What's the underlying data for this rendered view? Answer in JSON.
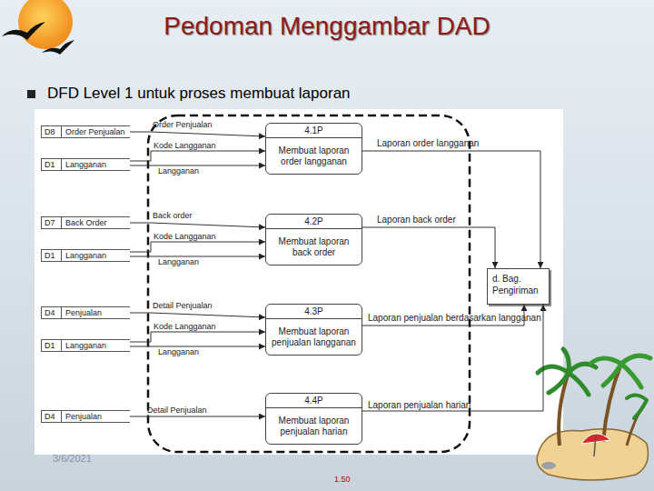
{
  "diagram": {
    "title": "Pedoman Menggambar DAD",
    "nodes": [
      {
        "text": [
          "D8",
          "Order Penjualan"
        ]
      },
      {
        "text": [
          "D1",
          "Langganan"
        ]
      },
      {
        "text": [
          "4.1P",
          "Membuat laporan order langganan"
        ]
      },
      {
        "text": [
          "D7",
          "Back Order"
        ]
      },
      {
        "text": [
          "D1",
          "Langganan"
        ]
      },
      {
        "text": [
          "4.2P",
          "Membuat laporan back order"
        ]
      },
      {
        "text": [
          "d. Bag. Pengiriman"
        ]
      },
      {
        "text": [
          "D4",
          "Penjualan"
        ]
      },
      {
        "text": [
          "D1",
          "Langganan"
        ]
      },
      {
        "text": [
          "4.3P",
          "Membuat laporan penjualan langganan"
        ]
      },
      {
        "text": [
          "D4",
          "Penjualan"
        ]
      },
      {
        "text": [
          "4.4P",
          "Membuat laporan penjualan harian"
        ]
      }
    ],
    "edges": [
      {
        "from": 0,
        "to": 2,
        "label": "Order Penjualan",
        "arrow": "to"
      },
      {
        "from": 1,
        "to": 2,
        "label": "Kode Langganan",
        "arrow": "to"
      },
      {
        "from": 1,
        "to": 2,
        "label": "Langganan",
        "arrow": "to"
      },
      {
        "from": 3,
        "to": 5,
        "label": "Back order",
        "arrow": "to"
      },
      {
        "from": 4,
        "to": 5,
        "label": "Kode Langganan",
        "arrow": "to"
      },
      {
        "from": 4,
        "to": 5,
        "label": "Langganan",
        "arrow": "to"
      },
      {
        "from": 7,
        "to": 9,
        "label": "Detail Penjualan",
        "arrow": "to"
      },
      {
        "from": 8,
        "to": 9,
        "label": "Kode Langganan",
        "arrow": "to"
      },
      {
        "from": 8,
        "to": 9,
        "label": "Langganan",
        "arrow": "to"
      },
      {
        "from": 10,
        "to": 11,
        "label": "Detail Penjualan",
        "arrow": "to"
      },
      {
        "from": 2,
        "to": 6,
        "label": "Laporan order langganan",
        "arrow": "to"
      },
      {
        "from": 5,
        "to": 6,
        "label": "Laporan back order",
        "arrow": "to"
      },
      {
        "from": 9,
        "to": 6,
        "label": "Laporan penjualan berdasarkan langganan",
        "arrow": "to"
      },
      {
        "from": 11,
        "to": 6,
        "label": "Laporan penjualan harian",
        "arrow": "to"
      }
    ],
    "labels": [
      "DFD Level 1 untuk proses membuat laporan",
      "3/6/2021",
      "1.50"
    ]
  }
}
